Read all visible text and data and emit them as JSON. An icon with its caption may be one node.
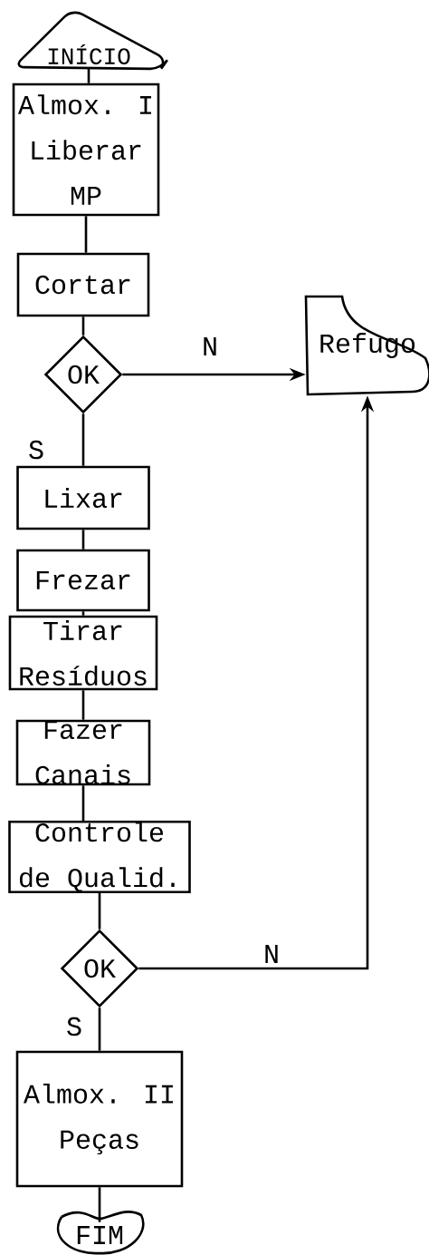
{
  "diagram": {
    "nodes": [
      {
        "text": [
          "INÍCIO"
        ]
      },
      {
        "text": [
          "Almox. I Liberar MP"
        ]
      },
      {
        "text": [
          "Cortar"
        ]
      },
      {
        "text": [
          "OK"
        ]
      },
      {
        "text": [
          "Refugo"
        ]
      },
      {
        "text": [
          "Lixar"
        ]
      },
      {
        "text": [
          "Frezar"
        ]
      },
      {
        "text": [
          "Tirar Resíduos"
        ]
      },
      {
        "text": [
          "Fazer Canais"
        ]
      },
      {
        "text": [
          "Controle de Qualid."
        ]
      },
      {
        "text": [
          "OK"
        ]
      },
      {
        "text": [
          "Almox. II Peças"
        ]
      },
      {
        "text": [
          "FIM"
        ]
      }
    ],
    "edges": [
      {
        "from": 0,
        "to": 1,
        "arrow": "none"
      },
      {
        "from": 1,
        "to": 2,
        "arrow": "none"
      },
      {
        "from": 2,
        "to": 3,
        "arrow": "none"
      },
      {
        "from": 3,
        "to": 4,
        "arrow": "to",
        "label": "N"
      },
      {
        "from": 3,
        "to": 5,
        "arrow": "none",
        "label": "S"
      },
      {
        "from": 5,
        "to": 6,
        "arrow": "none"
      },
      {
        "from": 6,
        "to": 7,
        "arrow": "none"
      },
      {
        "from": 7,
        "to": 8,
        "arrow": "none"
      },
      {
        "from": 8,
        "to": 9,
        "arrow": "none"
      },
      {
        "from": 9,
        "to": 10,
        "arrow": "none"
      },
      {
        "from": 10,
        "to": 4,
        "arrow": "to",
        "label": "N"
      },
      {
        "from": 10,
        "to": 11,
        "arrow": "none",
        "label": "S"
      },
      {
        "from": 11,
        "to": 12,
        "arrow": "none"
      }
    ]
  }
}
